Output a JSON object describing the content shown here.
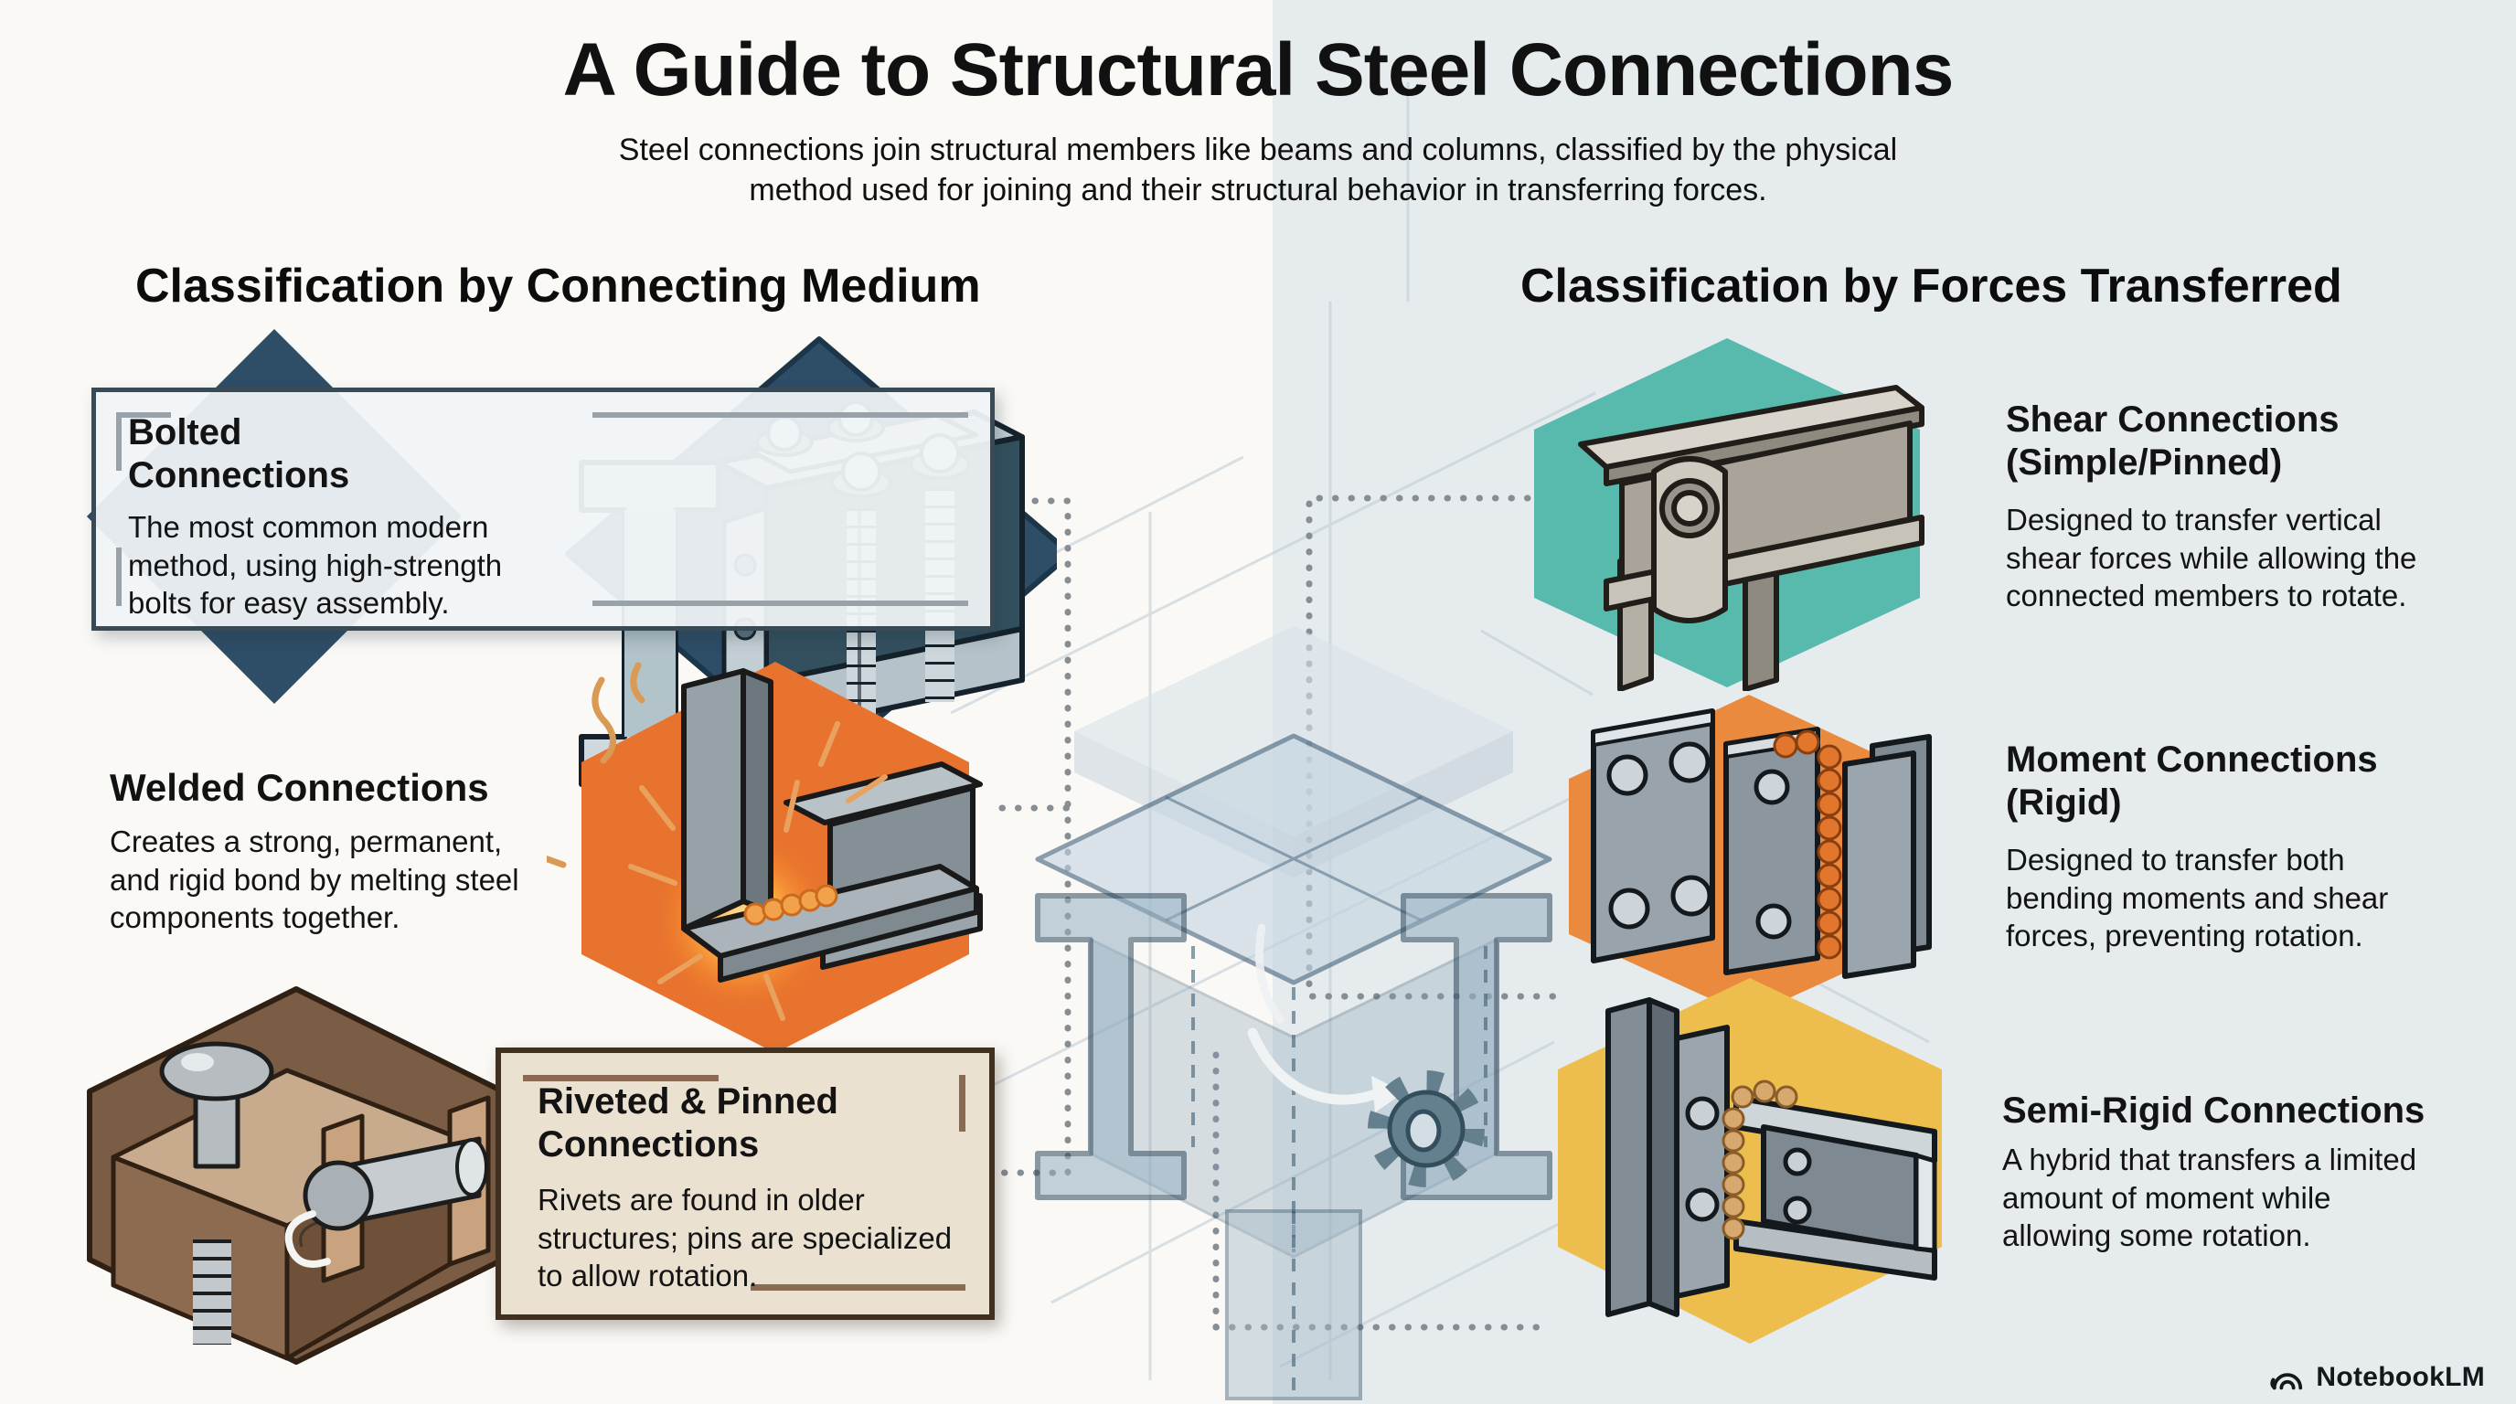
{
  "page": {
    "title": "A Guide to Structural Steel Connections",
    "subtitle": "Steel connections join structural members like beams and columns, classified by the physical method used for joining and their structural behavior in transferring forces."
  },
  "sections": {
    "medium": {
      "header": "Classification by Connecting Medium",
      "items": [
        {
          "title": "Bolted Connections",
          "desc": "The most common modern method, using high-strength bolts for easy assembly."
        },
        {
          "title": "Welded Connections",
          "desc": "Creates a strong, permanent, and rigid bond by melting steel components together."
        },
        {
          "title": "Riveted & Pinned Connections",
          "desc": "Rivets are found in older structures; pins are specialized to allow rotation."
        }
      ]
    },
    "forces": {
      "header": "Classification by Forces Transferred",
      "items": [
        {
          "title": "Shear Connections (Simple/Pinned)",
          "desc": "Designed to transfer vertical shear forces while allowing the connected members to rotate."
        },
        {
          "title": "Moment Connections (Rigid)",
          "desc": "Designed to transfer both bending moments and shear forces, preventing rotation."
        },
        {
          "title": "Semi-Rigid Connections",
          "desc": "A hybrid that transfers a limited amount of moment while allowing some rotation."
        }
      ]
    }
  },
  "footer": {
    "brand": "NotebookLM"
  },
  "icons": {
    "brand_logo": "notebooklm-arcs-icon",
    "center": "beam-column-joint-blueprint",
    "gear": "gear-icon"
  },
  "colors": {
    "bg_left": "#faf9f6",
    "bg_right": "#e6ebee",
    "bolted_navy": "#2e4d66",
    "welded_orange": "#e8732f",
    "riveted_brown": "#7b5c45",
    "shear_teal": "#58b9ad",
    "moment_orange": "#ea8a3e",
    "semirigid_yellow": "#edbd4d",
    "steel_light": "#cfd9dd",
    "steel_dark": "#33505f"
  }
}
